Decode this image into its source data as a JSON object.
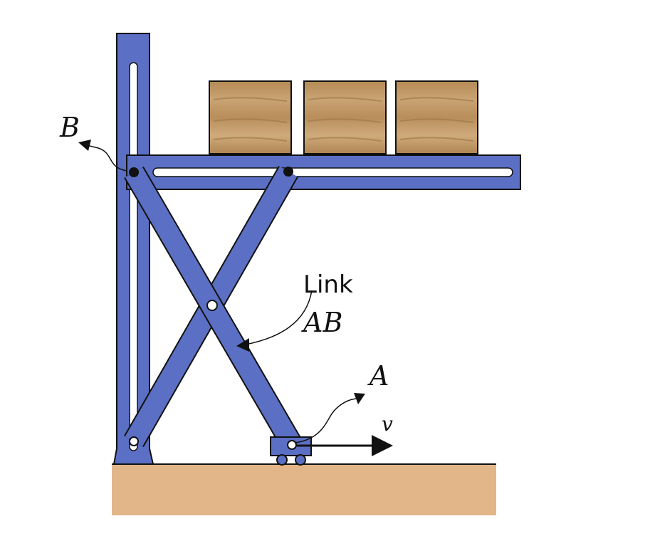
{
  "labels": {
    "point_b": "B",
    "link_word": "Link",
    "link_name": "AB",
    "point_a": "A",
    "velocity": "v"
  },
  "colors": {
    "steel": "#5b6fc4",
    "outline": "#111111",
    "ground": "#e3b68a",
    "box_wood": "#c19a66",
    "slot": "#ffffff"
  },
  "boxes_count_shown": 3
}
